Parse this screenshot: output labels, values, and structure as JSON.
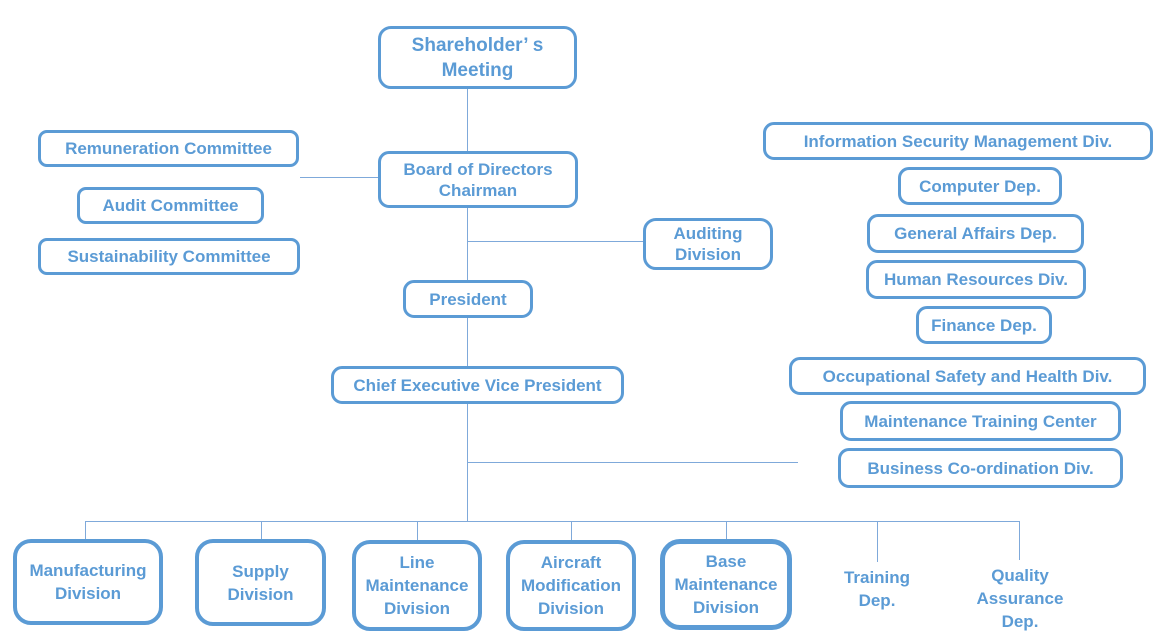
{
  "palette": {
    "accent": "#5B9BD5",
    "connector": "#7FA9DA",
    "background": "#FFFFFF"
  },
  "nodes": [
    {
      "id": "shareholders-meeting",
      "lines": [
        "Shareholder’ s",
        "Meeting"
      ]
    },
    {
      "id": "board-of-directors-chairman",
      "lines": [
        "Board of Directors",
        "Chairman"
      ]
    },
    {
      "id": "remuneration-committee",
      "lines": [
        "Remuneration Committee"
      ]
    },
    {
      "id": "audit-committee",
      "lines": [
        "Audit Committee"
      ]
    },
    {
      "id": "sustainability-committee",
      "lines": [
        "Sustainability Committee"
      ]
    },
    {
      "id": "auditing-division",
      "lines": [
        "Auditing",
        "Division"
      ]
    },
    {
      "id": "president",
      "lines": [
        "President"
      ]
    },
    {
      "id": "chief-executive-vice-president",
      "lines": [
        "Chief Executive Vice President"
      ]
    },
    {
      "id": "information-security-management-div",
      "lines": [
        "Information Security Management Div."
      ]
    },
    {
      "id": "computer-dep",
      "lines": [
        "Computer Dep."
      ]
    },
    {
      "id": "general-affairs-dep",
      "lines": [
        "General Affairs Dep."
      ]
    },
    {
      "id": "human-resources-div",
      "lines": [
        "Human Resources Div."
      ]
    },
    {
      "id": "finance-dep",
      "lines": [
        "Finance Dep."
      ]
    },
    {
      "id": "occupational-safety-and-health-div",
      "lines": [
        "Occupational Safety and Health Div."
      ]
    },
    {
      "id": "maintenance-training-center",
      "lines": [
        "Maintenance Training Center"
      ]
    },
    {
      "id": "business-co-ordination-div",
      "lines": [
        "Business Co-ordination Div."
      ]
    },
    {
      "id": "manufacturing-division",
      "lines": [
        "Manufacturing",
        "Division"
      ]
    },
    {
      "id": "supply-division",
      "lines": [
        "Supply",
        "Division"
      ]
    },
    {
      "id": "line-maintenance-division",
      "lines": [
        "Line",
        "Maintenance",
        "Division"
      ]
    },
    {
      "id": "aircraft-modification-division",
      "lines": [
        "Aircraft",
        "Modification",
        "Division"
      ]
    },
    {
      "id": "base-maintenance-division",
      "lines": [
        "Base",
        "Maintenance",
        "Division"
      ]
    },
    {
      "id": "training-dep",
      "lines": [
        "Training",
        "Dep."
      ]
    },
    {
      "id": "quality-assurance-dep",
      "lines": [
        "Quality",
        "Assurance",
        "Dep."
      ]
    }
  ],
  "edges": [
    {
      "from": "shareholders-meeting",
      "to": [
        "board-of-directors-chairman"
      ]
    },
    {
      "from": "board-of-directors-chairman",
      "to": [
        "remuneration-committee",
        "audit-committee",
        "sustainability-committee",
        "president"
      ]
    },
    {
      "from": "board-of-directors-chairman",
      "to": [
        "auditing-division"
      ]
    },
    {
      "from": "president",
      "to": [
        "chief-executive-vice-president"
      ]
    },
    {
      "from": "chief-executive-vice-president",
      "to": [
        "business-co-ordination-div"
      ]
    },
    {
      "from": "chief-executive-vice-president",
      "to": [
        "manufacturing-division",
        "supply-division",
        "line-maintenance-division",
        "aircraft-modification-division",
        "base-maintenance-division",
        "training-dep",
        "quality-assurance-dep"
      ]
    }
  ]
}
